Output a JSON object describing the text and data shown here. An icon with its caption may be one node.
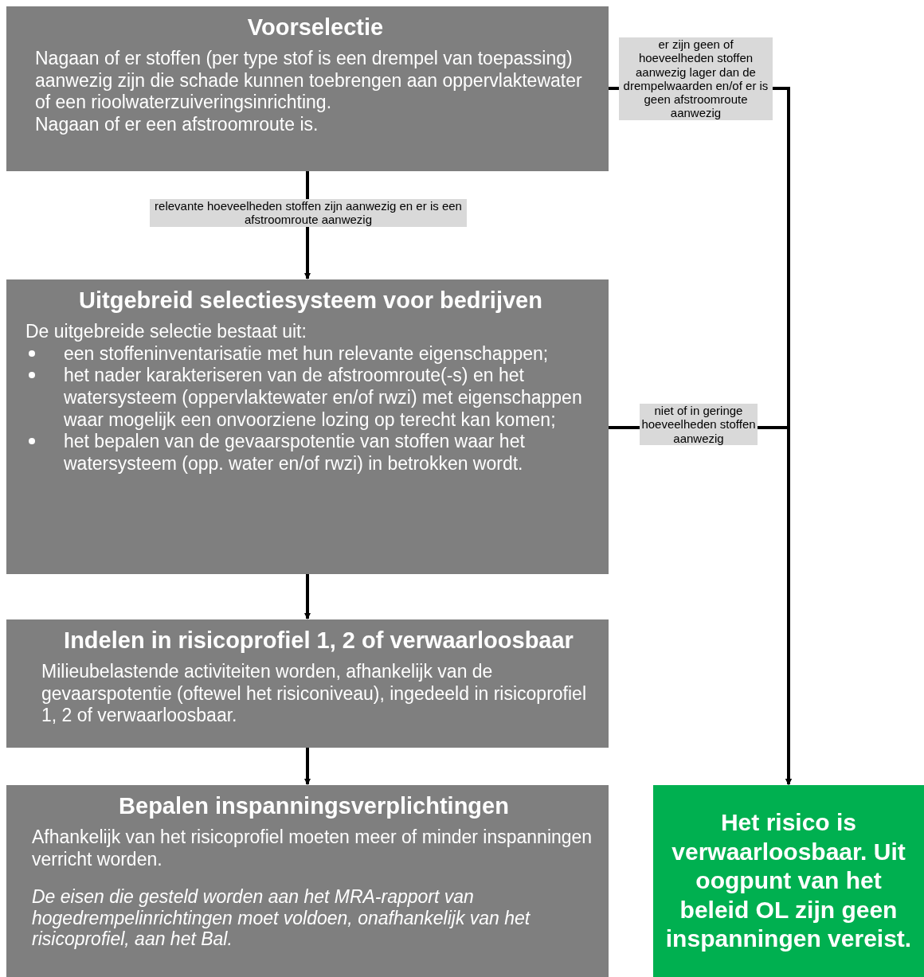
{
  "diagram": {
    "nodes": [
      {
        "text": [
          "Voorselectie",
          "Nagaan of er stoffen (per type stof is een drempel van toepassing) aanwezig zijn die schade kunnen toebrengen aan oppervlaktewater of een rioolwaterzuiveringsinrichting.",
          "Nagaan of er een afstroomroute is."
        ]
      },
      {
        "text": [
          "Uitgebreid selectiesysteem voor bedrijven",
          "De uitgebreide selectie bestaat uit:",
          "een stoffeninventarisatie met hun relevante eigenschappen;",
          "het nader karakteriseren van de afstroomroute(-s) en het watersysteem (oppervlaktewater en/of rwzi) met eigenschappen waar mogelijk een onvoorziene lozing op terecht kan komen;",
          "het bepalen van de gevaarspotentie van stoffen waar het watersysteem (opp. water en/of rwzi) in betrokken wordt."
        ]
      },
      {
        "text": [
          "Indelen in risicoprofiel 1, 2 of verwaarloosbaar",
          "Milieubelastende activiteiten worden, afhankelijk van de gevaarspotentie (oftewel het risiconiveau), ingedeeld in risicoprofiel 1, 2 of verwaarloosbaar."
        ]
      },
      {
        "text": [
          "Bepalen inspanningsverplichtingen",
          "Afhankelijk van het risicoprofiel moeten meer of minder inspanningen verricht worden.",
          "De eisen die gesteld worden aan het MRA-rapport van hogedrempelinrichtingen moet voldoen, onafhankelijk van het risicoprofiel, aan het Bal."
        ]
      },
      {
        "text": [
          "Het risico is verwaarloosbaar. Uit oogpunt van het beleid OL zijn geen inspanningen vereist."
        ]
      }
    ],
    "edges": [
      {
        "from": 0,
        "to": 1,
        "arrow": "to",
        "label": "relevante hoeveelheden stoffen zijn aanwezig en er is een afstroomroute aanwezig"
      },
      {
        "from": 0,
        "to": 4,
        "arrow": "to",
        "label": "er zijn geen of hoeveelheden stoffen aanwezig lager dan de drempelwaarden en/of er is geen afstroomroute aanwezig"
      },
      {
        "from": 1,
        "to": 4,
        "arrow": "to",
        "label": "niet of in geringe hoeveelheden stoffen aanwezig"
      },
      {
        "from": 1,
        "to": 2,
        "arrow": "to"
      },
      {
        "from": 2,
        "to": 3,
        "arrow": "to"
      }
    ]
  }
}
